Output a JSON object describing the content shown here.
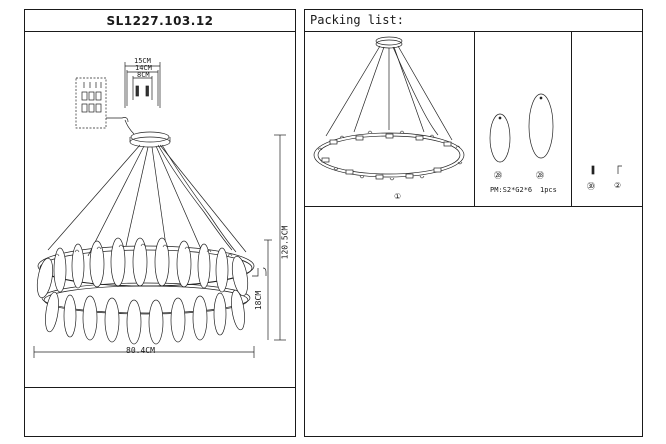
{
  "left_panel": {
    "model_number": "SL1227.103.12",
    "dimensions": {
      "box_width_outer": "15CM",
      "box_width_mid": "14CM",
      "box_width_inner": "8CM",
      "total_height": "120.5CM",
      "ring_height": "18CM",
      "diameter": "80.4CM"
    }
  },
  "right_panel": {
    "heading": "Packing list:",
    "items": [
      {
        "marker": "①",
        "caption": ""
      },
      {
        "marker": "㉘",
        "caption": "PM:S2*G2*6"
      },
      {
        "marker": "㉘",
        "caption": "1pcs"
      },
      {
        "marker": "㉚",
        "caption": ""
      },
      {
        "marker": "②",
        "caption": ""
      }
    ]
  }
}
